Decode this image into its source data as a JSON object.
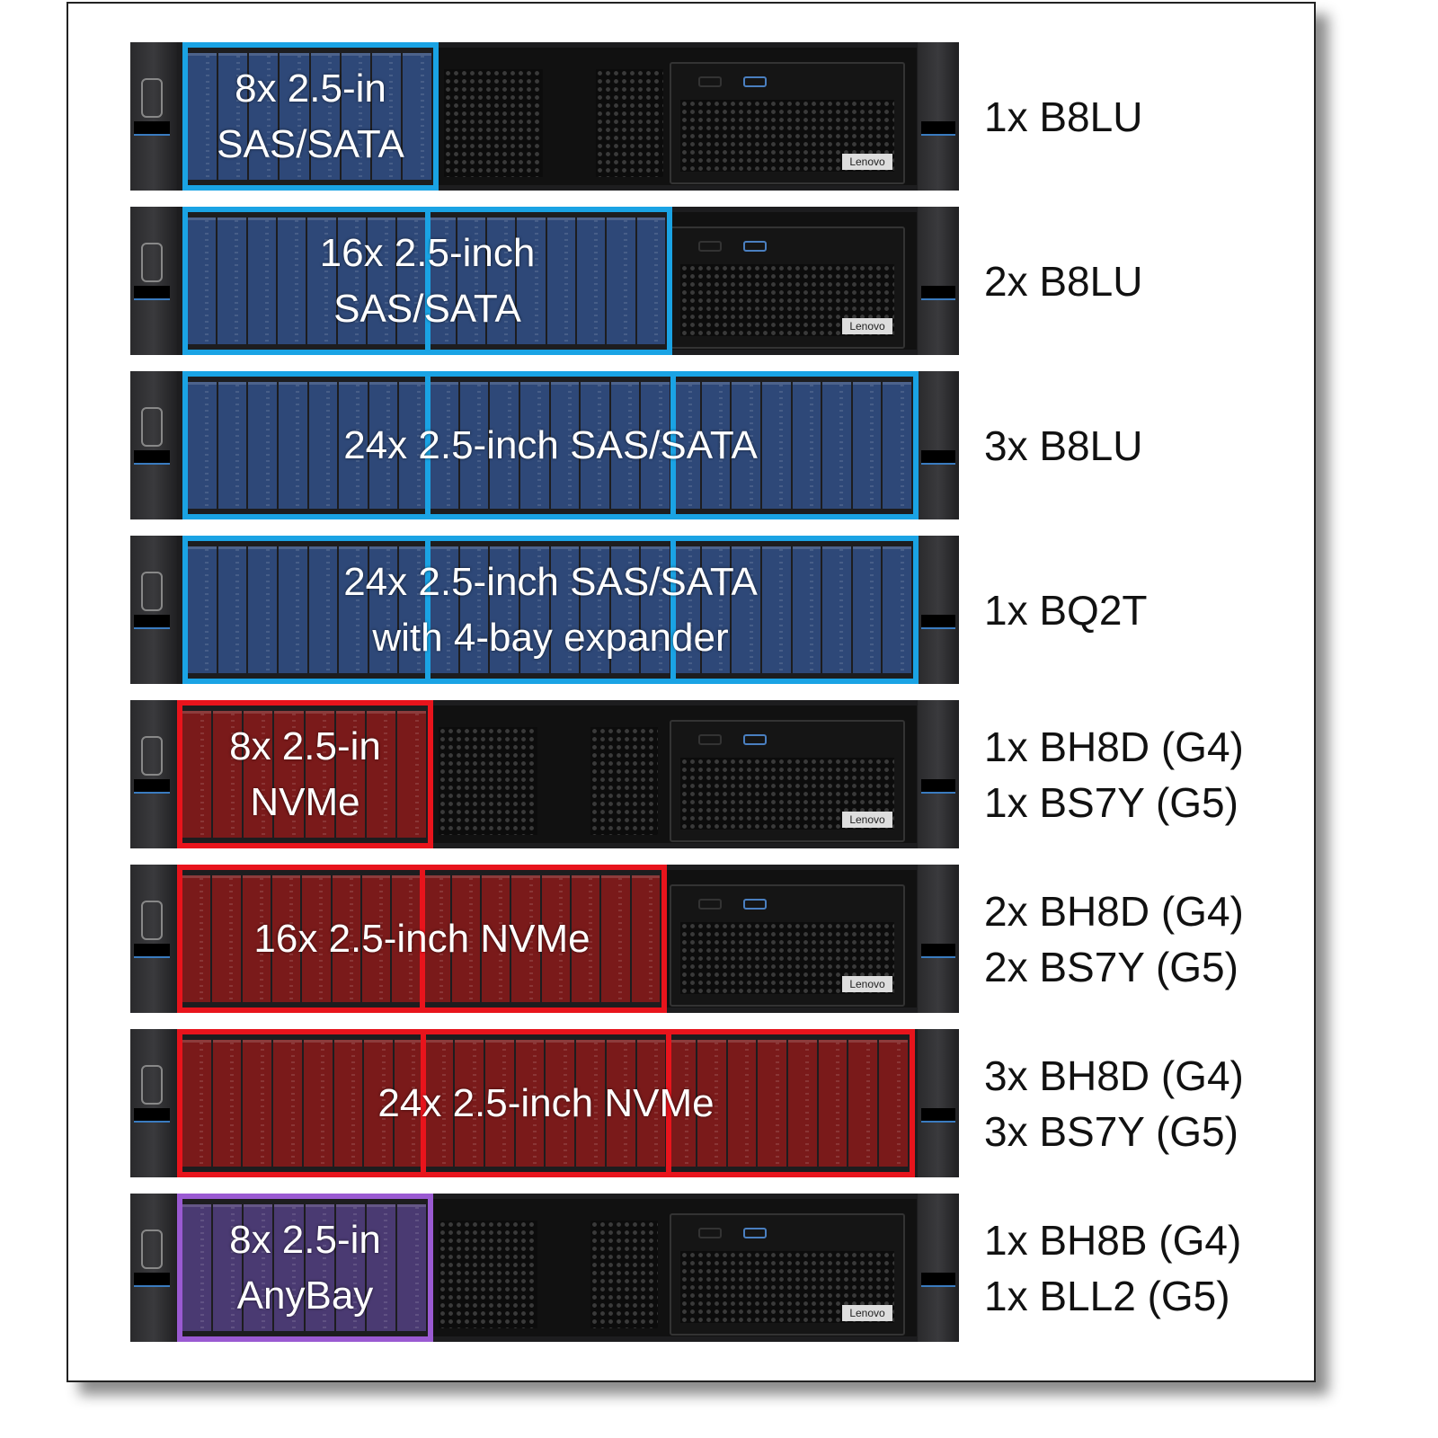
{
  "colors": {
    "sas_fill": "#2e4878",
    "sas_border": "#1aa3e4",
    "nvme_fill": "#7a1a1a",
    "nvme_border": "#e8141c",
    "anybay_fill": "#4a3a72",
    "anybay_border": "#9a5ad2"
  },
  "brand_logo": "Lenovo",
  "rows": [
    {
      "bays": 8,
      "kind": "sas",
      "label": [
        "8x 2.5-in",
        "SAS/SATA"
      ],
      "parts": [
        "1x B8LU"
      ]
    },
    {
      "bays": 16,
      "kind": "sas",
      "label": [
        "16x 2.5-inch",
        "SAS/SATA"
      ],
      "parts": [
        "2x B8LU"
      ]
    },
    {
      "bays": 24,
      "kind": "sas",
      "label": [
        "24x 2.5-inch SAS/SATA"
      ],
      "parts": [
        "3x B8LU"
      ]
    },
    {
      "bays": 24,
      "kind": "sas",
      "expander": true,
      "label": [
        "24x 2.5-inch SAS/SATA",
        "with 4-bay expander"
      ],
      "parts": [
        "1x BQ2T"
      ]
    },
    {
      "bays": 8,
      "kind": "nvme",
      "label": [
        "8x 2.5-in",
        "NVMe"
      ],
      "parts": [
        "1x BH8D (G4)",
        "1x BS7Y (G5)"
      ]
    },
    {
      "bays": 16,
      "kind": "nvme",
      "label": [
        "16x 2.5-inch NVMe"
      ],
      "parts": [
        "2x BH8D (G4)",
        "2x BS7Y (G5)"
      ]
    },
    {
      "bays": 24,
      "kind": "nvme",
      "label": [
        "24x 2.5-inch NVMe"
      ],
      "parts": [
        "3x BH8D (G4)",
        "3x BS7Y (G5)"
      ]
    },
    {
      "bays": 8,
      "kind": "anybay",
      "label": [
        "8x 2.5-in",
        "AnyBay"
      ],
      "parts": [
        "1x BH8B (G4)",
        "1x BLL2 (G5)"
      ]
    }
  ]
}
